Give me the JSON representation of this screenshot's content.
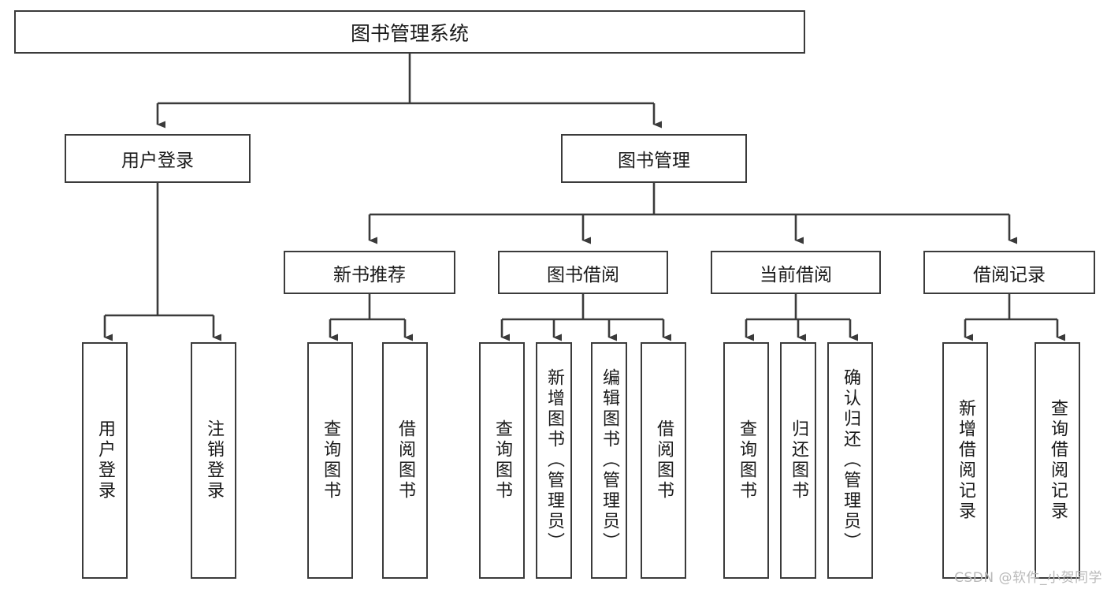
{
  "diagram": {
    "title": "图书管理系统",
    "type": "tree-hierarchy-diagram",
    "watermark": "CSDN @软件_小贺同学",
    "colors": {
      "background": "#ffffff",
      "node_border": "#3b3b3b",
      "node_fill": "#ffffff",
      "edge": "#3b3b3b",
      "text": "#1a1a1a",
      "watermark": "#b9b9b9"
    },
    "root": {
      "label": "图书管理系统"
    },
    "level2": [
      {
        "label": "用户登录"
      },
      {
        "label": "图书管理"
      }
    ],
    "level3": [
      {
        "label": "新书推荐"
      },
      {
        "label": "图书借阅"
      },
      {
        "label": "当前借阅"
      },
      {
        "label": "借阅记录"
      }
    ],
    "leaves": {
      "user_login": [
        {
          "label": "用户登录"
        },
        {
          "label": "注销登录"
        }
      ],
      "new_book_recommend": [
        {
          "label": "查询图书"
        },
        {
          "label": "借阅图书"
        }
      ],
      "book_borrow": [
        {
          "label": "查询图书"
        },
        {
          "label": "新增图书（管理员）"
        },
        {
          "label": "编辑图书（管理员）"
        },
        {
          "label": "借阅图书"
        }
      ],
      "current_borrow": [
        {
          "label": "查询图书"
        },
        {
          "label": "归还图书"
        },
        {
          "label": "确认归还（管理员）"
        }
      ],
      "borrow_record": [
        {
          "label": "新增借阅记录"
        },
        {
          "label": "查询借阅记录"
        }
      ]
    }
  }
}
